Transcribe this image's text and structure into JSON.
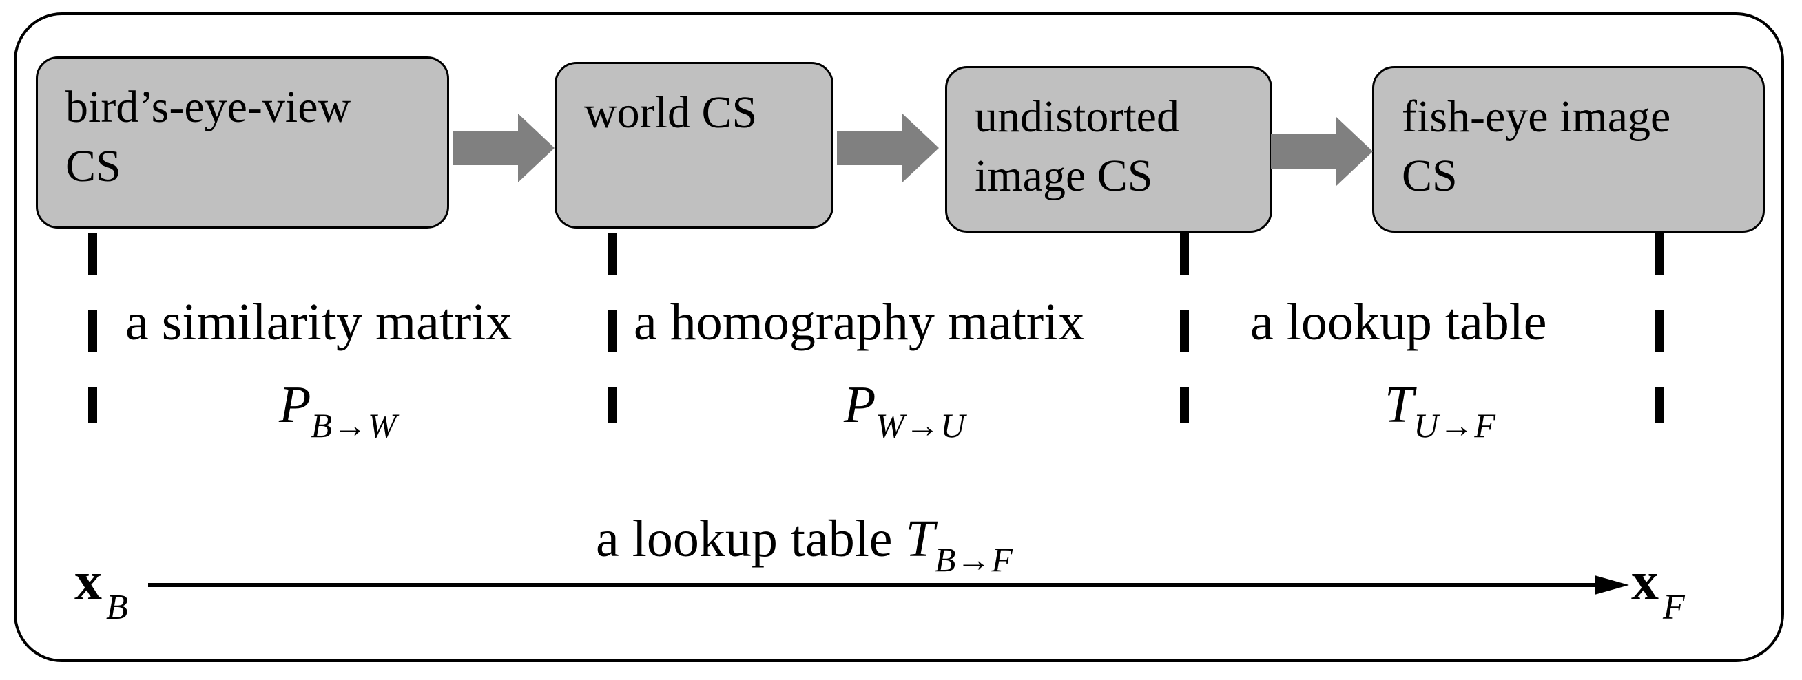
{
  "boxes": [
    {
      "line1": "bird’s-eye-view",
      "line2": "CS"
    },
    {
      "line1": "world CS",
      "line2": ""
    },
    {
      "line1": "undistorted",
      "line2": "image CS"
    },
    {
      "line1": "fish-eye image",
      "line2": "CS"
    }
  ],
  "segments": [
    {
      "label": "a similarity matrix",
      "symbol": "P",
      "subscript": "B→W"
    },
    {
      "label": "a homography matrix",
      "symbol": "P",
      "subscript": "W→U"
    },
    {
      "label": "a lookup table",
      "symbol": "T",
      "subscript": "U→F"
    }
  ],
  "overall": {
    "label": "a lookup table",
    "symbol": "T",
    "subscript": "B→F"
  },
  "start_vector": {
    "symbol": "x",
    "subscript": "B"
  },
  "end_vector": {
    "symbol": "x",
    "subscript": "F"
  },
  "colors": {
    "box_fill": "#c0c0c0",
    "arrow_fill": "#808080",
    "stroke": "#000000"
  }
}
